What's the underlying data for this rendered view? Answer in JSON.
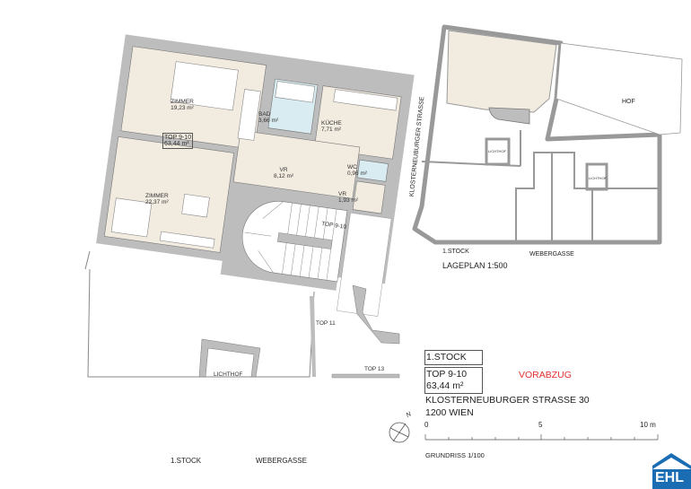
{
  "floor_plan": {
    "rooms": [
      {
        "name": "ZIMMER",
        "area": "19,23 m²"
      },
      {
        "name": "BAD",
        "area": "3,66 m²"
      },
      {
        "name": "KÜCHE",
        "area": "7,71 m²"
      },
      {
        "name": "VR",
        "area": "8,12 m²"
      },
      {
        "name": "WC",
        "area": "0,96 m²"
      },
      {
        "name": "ZIMMER",
        "area": "22,37 m²"
      },
      {
        "name": "VR",
        "area": "1,93 m²"
      }
    ],
    "unit_tag": {
      "name": "TOP 9-10",
      "area": "63,44 m²"
    },
    "labels": {
      "stair_top": "TOP 9-10",
      "top11": "TOP 11",
      "top13": "TOP 13",
      "lichthof": "LICHTHOF"
    },
    "floor_label": "1.STOCK",
    "street_label": "WEBERGASSE"
  },
  "site_plan": {
    "street_left": "KLOSTERNEUBURGER STRASSE",
    "street_bottom": "WEBERGASSE",
    "courtyard": "HOF",
    "floor_label": "1.STOCK",
    "title": "LAGEPLAN 1:500",
    "lichthof_1": "LICHTHOF",
    "lichthof_2": "LICHTHOF"
  },
  "title_block": {
    "floor": "1.STOCK",
    "unit": "TOP 9-10",
    "area": "63,44 m²",
    "status": "VORABZUG",
    "address_line1": "KLOSTERNEUBURGER STRASSE 30",
    "address_line2": "1200 WIEN",
    "scale_labels": [
      "0",
      "5",
      "10 m"
    ],
    "scale_caption": "GRUNDRISS 1/100",
    "north": "N"
  },
  "logo": {
    "text": "EHL",
    "color": "#1b6db3"
  },
  "colors": {
    "wall": "#bdbdbd",
    "room": "#f2ebe0",
    "wet": "#d8ecf1",
    "status": "#e0312e"
  }
}
